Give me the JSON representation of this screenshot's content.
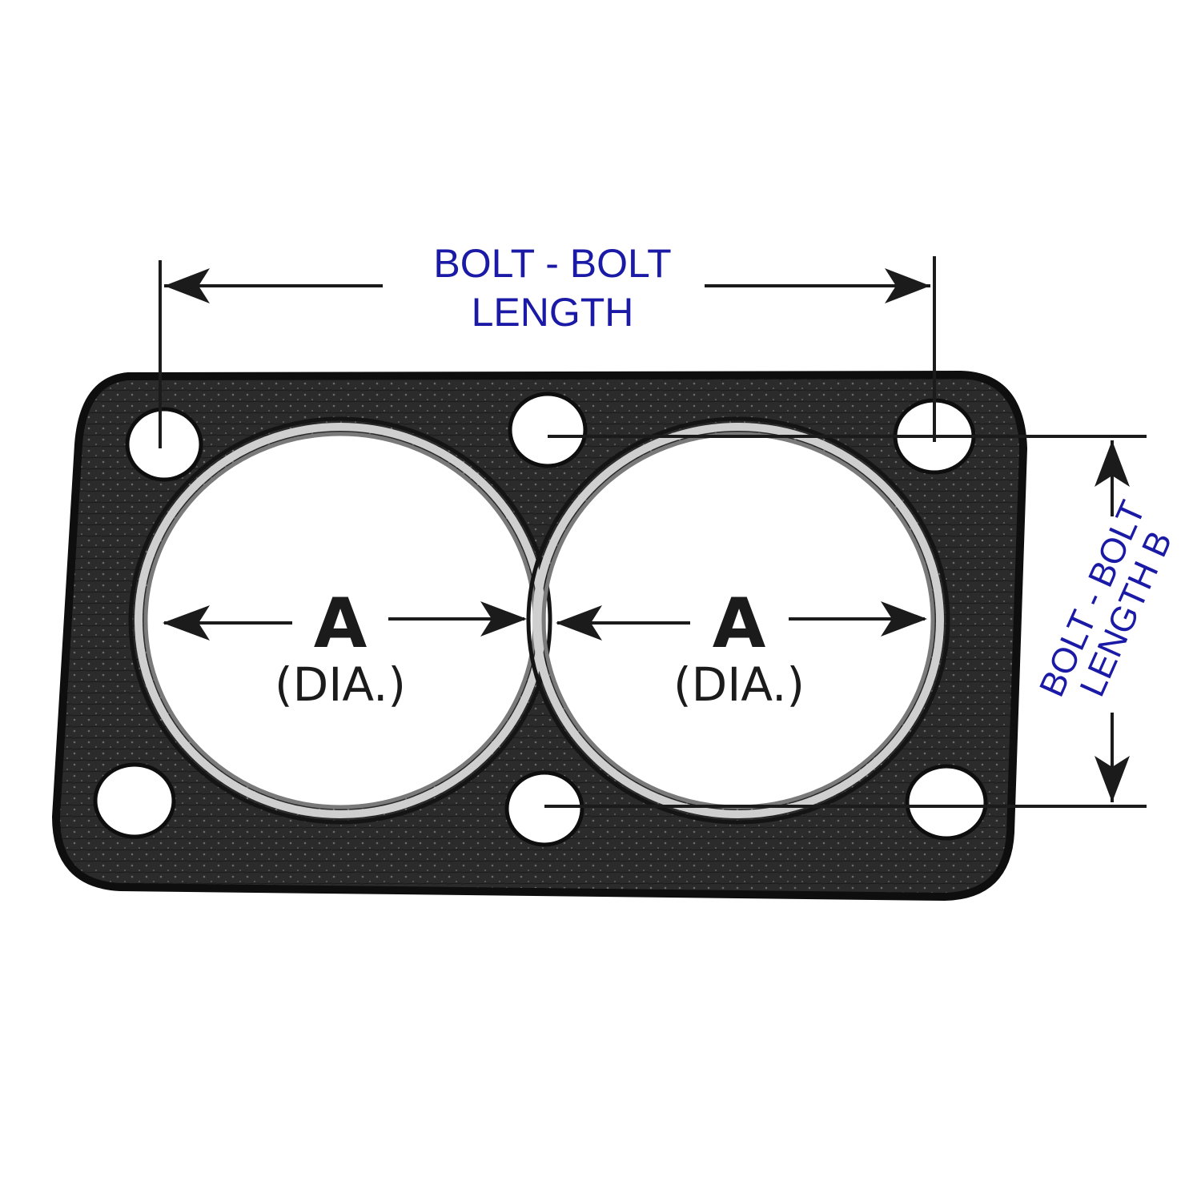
{
  "labels": {
    "bolt_length_line1": "BOLT - BOLT",
    "bolt_length_line2": "LENGTH",
    "bolt_length_b_line1": "BOLT - BOLT",
    "bolt_length_b_line2": "LENGTH B",
    "diameter_letter": "A",
    "diameter_note": "(DIA.)"
  },
  "colors": {
    "gasket": "#2b2b2b",
    "gasket_edge": "#0e0e0e",
    "ring": "#b9b9b9",
    "dimension_line": "#1b1b1b",
    "label_blue": "#1a1aa6",
    "background": "#ffffff"
  }
}
